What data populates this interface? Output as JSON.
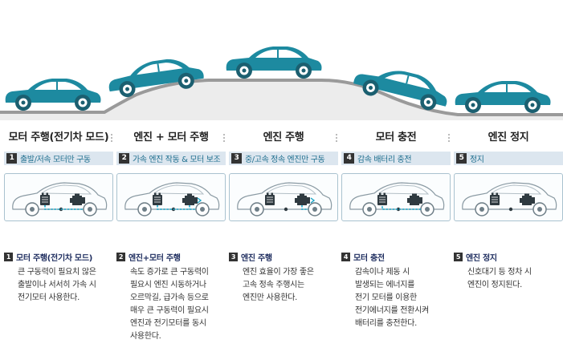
{
  "colors": {
    "car_body": "#1d8aa0",
    "road": "#9a9a9a",
    "wire": "#19a5c7",
    "subbar_bg": "#dce6ef",
    "subbar_text": "#1f6f8f",
    "desc_head": "#1d2c5e"
  },
  "modes": [
    {
      "num": "1",
      "title": "모터 주행(전기차 모드)",
      "subtitle": "출발/저속 모터만 구동",
      "desc_title": "모터 주행(전기차 모드)",
      "desc": "큰 구동력이 필요치 않은\n출발이나 서서히 가속 시\n전기모터 사용한다.",
      "flow": "motor"
    },
    {
      "num": "2",
      "title": "엔진 + 모터 주행",
      "subtitle": "가속 엔진 작동 & 모터 보조",
      "desc_title": "엔진+모터 주행",
      "desc": "속도 증가로 큰 구동력이\n필요시 엔진 시동하거나\n오르막길, 급가속 등으로\n매우 큰 구동력이 필요시\n엔진과 전기모터를 동시\n사용한다.",
      "flow": "both"
    },
    {
      "num": "3",
      "title": "엔진 주행",
      "subtitle": "중/고속 정속 엔진만 구동",
      "desc_title": "엔진 주행",
      "desc": "엔진 효율이 가장 좋은\n고속 정속 주행시는\n엔진만 사용한다.",
      "flow": "engine"
    },
    {
      "num": "4",
      "title": "모터 충전",
      "subtitle": "감속 배터리 충전",
      "desc_title": "모터 충전",
      "desc": "감속이나 제동 시\n발생되는 에너지를\n전기 모터를 이용한\n전기에너지를 전환시켜\n배터리를 충전한다.",
      "flow": "charge"
    },
    {
      "num": "5",
      "title": "엔진 정지",
      "subtitle": "정지",
      "desc_title": "엔진 정지",
      "desc": "신호대기 등 정차 시\n엔진이 정지된다.",
      "flow": "none"
    }
  ]
}
